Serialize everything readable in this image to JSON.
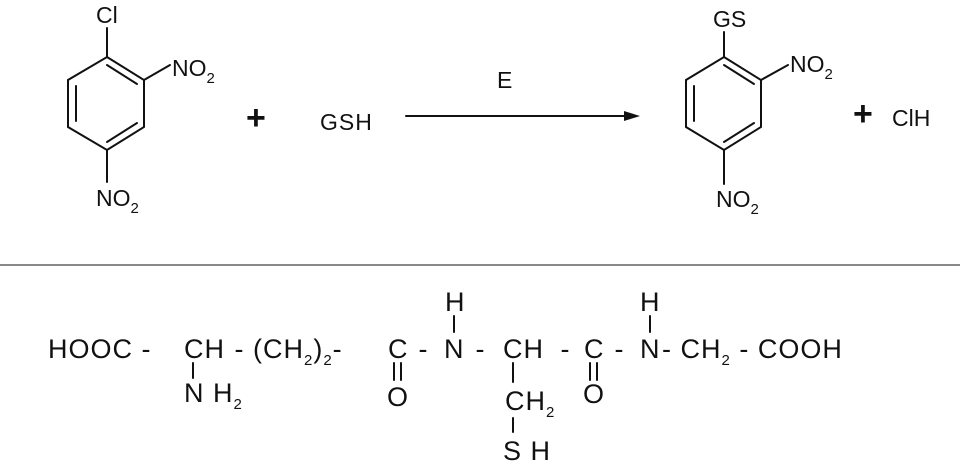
{
  "reaction": {
    "reactant1": {
      "substituent_top": "Cl",
      "no2_right": "NO",
      "no2_bottom": "NO",
      "sub": "2"
    },
    "plus1": "+",
    "reactant2": "GSH",
    "arrow_label": "E",
    "product1": {
      "substituent_top": "GS",
      "no2_right": "NO",
      "no2_bottom": "NO",
      "sub": "2"
    },
    "plus2": "+",
    "product2": "ClH"
  },
  "glutathione": {
    "seg1": "HOOC - ",
    "ch1": "CH",
    "seg2": " - (CH",
    "sub2a": "2",
    ")": ")",
    "sub2b": "2",
    "dash1": "- ",
    "c1": "C",
    "seg3": " - ",
    "n1": "N",
    "seg4": " - ",
    "ch2": "CH",
    "seg5": " - ",
    "c2": "C",
    "seg6": " - ",
    "n2": "N",
    "seg7": "- CH",
    "sub2c": "2",
    "seg8": " - COOH",
    "h1": "H",
    "h2": "H",
    "nh2": "N H",
    "nh2_sub": "2",
    "o1": "O",
    "o2": "O",
    "ch2_side": "CH",
    "ch2_side_sub": "2",
    "sh": "S H"
  }
}
